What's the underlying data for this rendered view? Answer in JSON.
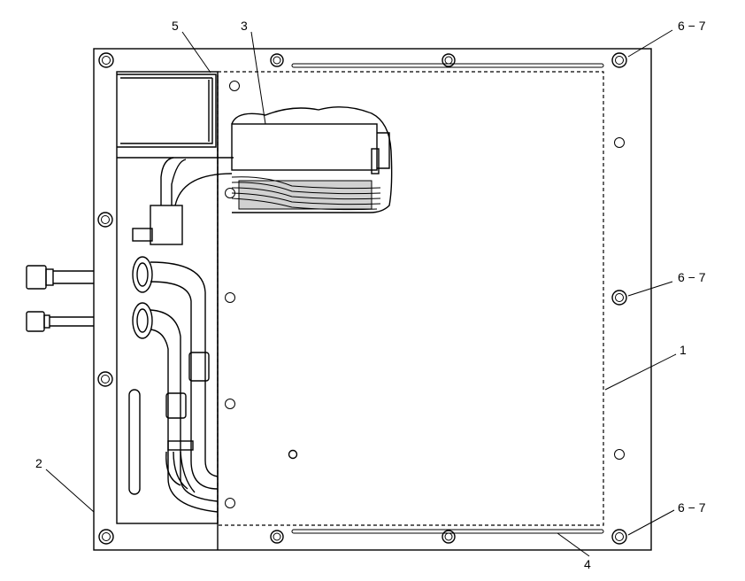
{
  "callouts": {
    "c1": "1",
    "c2": "2",
    "c3": "3",
    "c4": "4",
    "c5": "5",
    "c67_top": "6 − 7",
    "c67_mid": "6 − 7",
    "c67_bot": "6 − 7"
  },
  "colors": {
    "line": "#000000",
    "background": "#ffffff"
  }
}
